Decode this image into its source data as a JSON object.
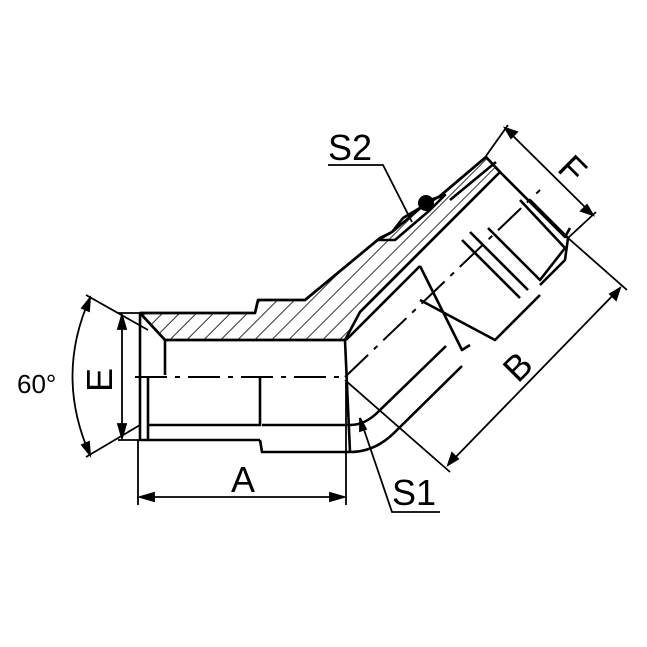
{
  "drawing": {
    "title": "45 degree elbow fitting",
    "labels": {
      "a": "A",
      "b": "B",
      "e": "E",
      "f": "F",
      "s1": "S1",
      "s2": "S2",
      "angle": "60°"
    },
    "colors": {
      "line": "#000000",
      "background": "#ffffff"
    }
  }
}
